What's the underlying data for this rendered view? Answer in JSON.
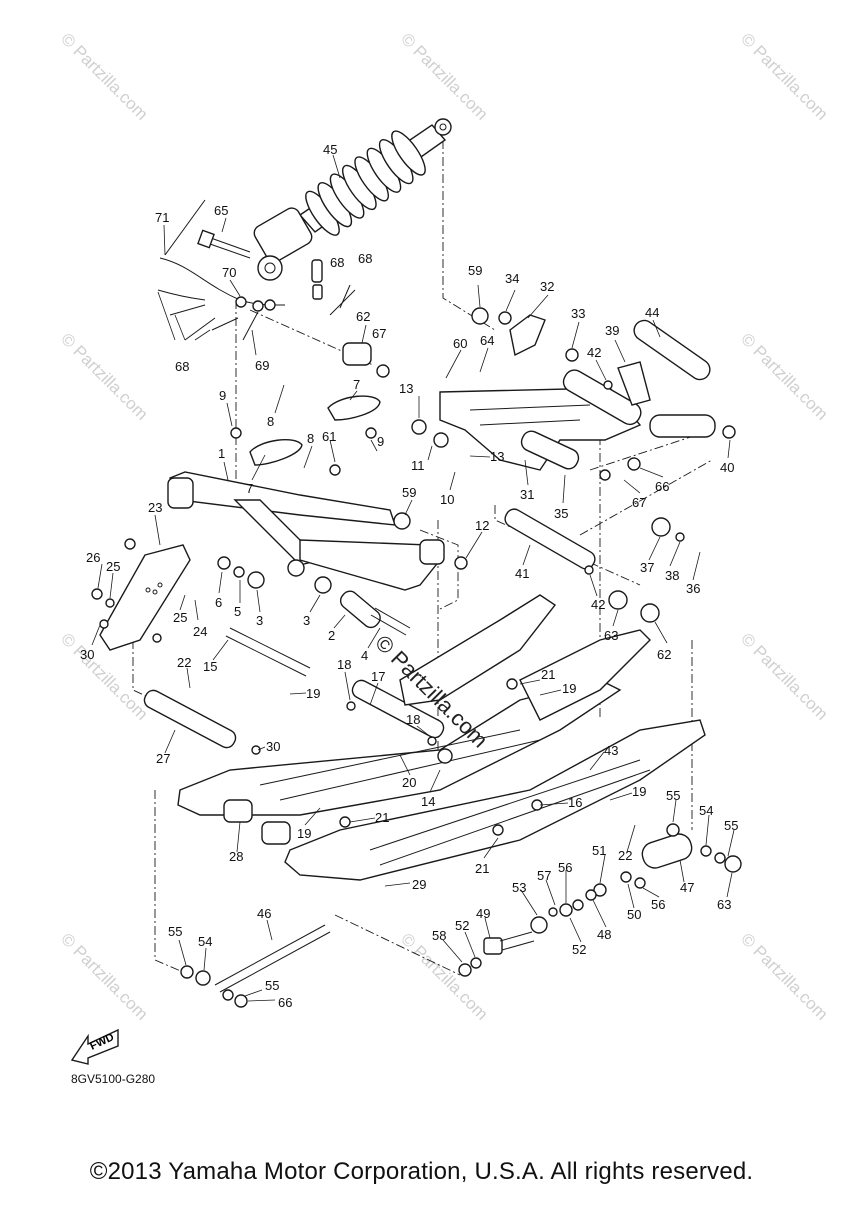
{
  "diagram": {
    "code": "8GV5100-G280",
    "fwd_label": "FWD",
    "copyright": "©2013 Yamaha Motor Corporation, U.S.A. All rights reserved.",
    "watermark": "© Partzilla.com",
    "center_watermark": "© Partzilla.com"
  },
  "callouts": [
    "45",
    "71",
    "65",
    "70",
    "68",
    "68",
    "68",
    "69",
    "62",
    "67",
    "59",
    "34",
    "32",
    "33",
    "44",
    "39",
    "42",
    "40",
    "60",
    "64",
    "13",
    "11",
    "13",
    "9",
    "8",
    "7",
    "61",
    "8",
    "9",
    "7",
    "1",
    "10",
    "59",
    "31",
    "35",
    "67",
    "66",
    "12",
    "23",
    "26",
    "25",
    "6",
    "5",
    "3",
    "3",
    "2",
    "4",
    "41",
    "42",
    "37",
    "38",
    "36",
    "25",
    "24",
    "30",
    "22",
    "15",
    "19",
    "18",
    "17",
    "63",
    "62",
    "21",
    "19",
    "27",
    "30",
    "18",
    "20",
    "14",
    "16",
    "43",
    "19",
    "21",
    "19",
    "28",
    "22",
    "55",
    "54",
    "55",
    "47",
    "29",
    "21",
    "51",
    "57",
    "56",
    "53",
    "50",
    "56",
    "63",
    "46",
    "49",
    "48",
    "52",
    "52",
    "58",
    "55",
    "54",
    "55",
    "66"
  ]
}
